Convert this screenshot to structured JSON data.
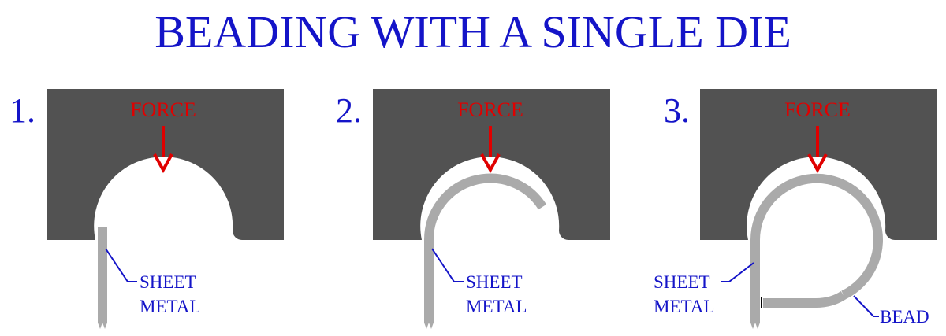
{
  "title": "BEADING WITH A SINGLE DIE",
  "colors": {
    "die": "#525252",
    "sheet_metal": "#aaaaaa",
    "force_arrow": "#e00000",
    "text_blue": "#1414c8",
    "background": "#ffffff"
  },
  "panels": [
    {
      "step": "1.",
      "force_label": "FORCE",
      "callouts": [
        {
          "lines": [
            "SHEET",
            "METAL"
          ]
        }
      ]
    },
    {
      "step": "2.",
      "force_label": "FORCE",
      "callouts": [
        {
          "lines": [
            "SHEET",
            "METAL"
          ]
        }
      ]
    },
    {
      "step": "3.",
      "force_label": "FORCE",
      "callouts": [
        {
          "lines": [
            "SHEET",
            "METAL"
          ]
        },
        {
          "lines": [
            "BEAD"
          ]
        }
      ]
    }
  ]
}
